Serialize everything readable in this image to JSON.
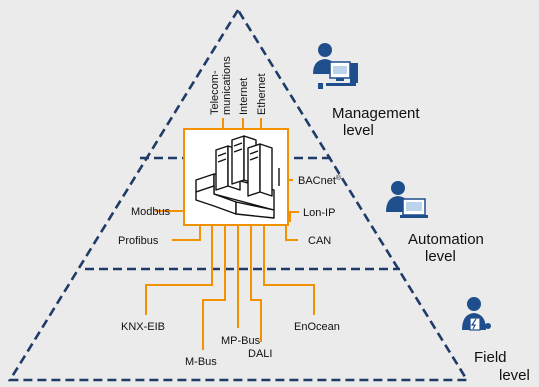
{
  "levels": {
    "management": {
      "line1": "Management",
      "line2": "level"
    },
    "automation": {
      "line1": "Automation",
      "line2": "level"
    },
    "field": {
      "line1": "Field",
      "line2": "level"
    }
  },
  "protocols": {
    "top": {
      "telecom_line1": "Telecom-",
      "telecom_line2": "munications",
      "internet": "Internet",
      "ethernet": "Ethernet"
    },
    "left": {
      "modbus": "Modbus",
      "profibus": "Profibus"
    },
    "right": {
      "bacnet": "BACnet",
      "bacnet_mark": "®",
      "lonip": "Lon-IP",
      "can": "CAN"
    },
    "bottom": {
      "knx": "KNX-EIB",
      "mbus": "M-Bus",
      "mpbus": "MP-Bus",
      "dali": "DALI",
      "enocean": "EnOcean"
    }
  },
  "colors": {
    "line": "#1f3b67",
    "connector": "#f39200",
    "background": "#ecebeb",
    "icon": "#1f4e8c"
  },
  "icons": [
    "management-operator-icon",
    "automation-operator-icon",
    "field-operator-icon",
    "controller-device-icon"
  ]
}
